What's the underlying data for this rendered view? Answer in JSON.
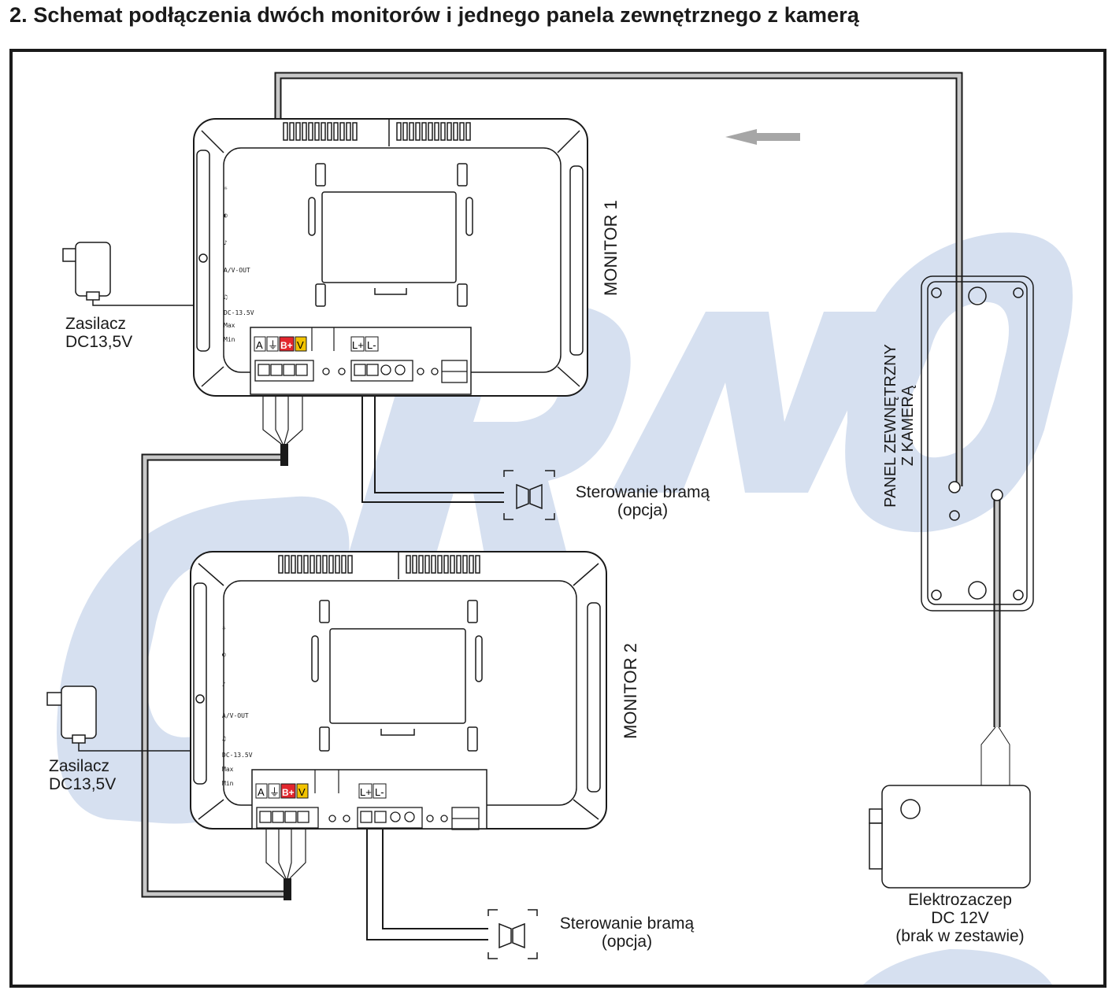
{
  "title": "2. Schemat podłączenia dwóch monitorów i jednego panela zewnętrznego z kamerą",
  "watermark": {
    "text": "ORNO",
    "color": "#d6e0f0"
  },
  "colors": {
    "cable": "#c8c8c8",
    "cable_outline": "#1a1a1a",
    "terminal_red": "#e3262d",
    "terminal_yellow": "#f2c300",
    "arrow": "#a6a6a6"
  },
  "monitor1": {
    "label": "MONITOR 1",
    "terminal_labels": {
      "a": "A",
      "ground": "⏚",
      "b": "B+",
      "v": "V"
    },
    "speaker_labels": {
      "lp": "L+",
      "lm": "L-"
    }
  },
  "monitor2": {
    "label": "MONITOR 2",
    "terminal_labels": {
      "a": "A",
      "ground": "⏚",
      "b": "B+",
      "v": "V"
    },
    "speaker_labels": {
      "lp": "L+",
      "lm": "L-"
    }
  },
  "side_labels": {
    "av_out": "A/V-OUT",
    "dc": "DC-13.5V",
    "max": "Max",
    "min": "Min"
  },
  "psu1": {
    "line1": "Zasilacz",
    "line2": "DC13,5V"
  },
  "psu2": {
    "line1": "Zasilacz",
    "line2": "DC13,5V"
  },
  "gate1": {
    "line1": "Sterowanie bramą",
    "line2": "(opcja)"
  },
  "gate2": {
    "line1": "Sterowanie bramą",
    "line2": "(opcja)"
  },
  "panel": {
    "line1": "PANEL ZEWNĘTRZNY",
    "line2": "Z KAMERĄ"
  },
  "lock": {
    "line1": "Elektrozaczep",
    "line2": "DC 12V",
    "line3": "(brak w zestawie)"
  }
}
